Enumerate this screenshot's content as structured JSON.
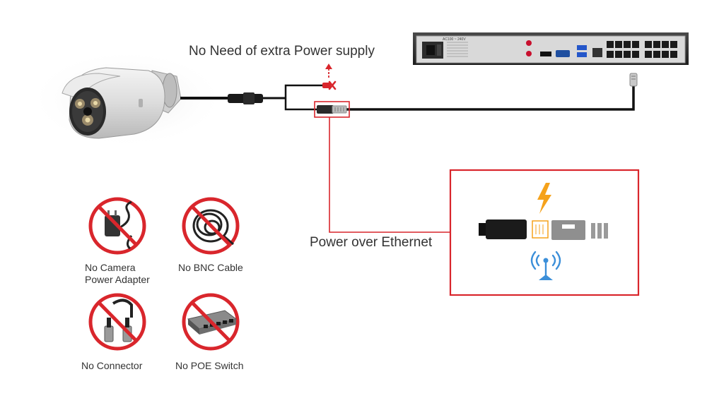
{
  "labels": {
    "no_power": "No Need of extra Power supply",
    "poe": "Power over Ethernet",
    "no_adapter": "No Camera\nPower Adapter",
    "no_bnc": "No BNC Cable",
    "no_connector": "No Connector",
    "no_switch": "No POE Switch"
  },
  "nvr_panel_text": "AC100 ~ 240V",
  "colors": {
    "red": "#d9262c",
    "accent_orange": "#f5a21b",
    "accent_blue": "#3b8fd9",
    "cable": "#111111"
  },
  "icons": {
    "camera": "bullet-camera",
    "nvr": "poe-nvr",
    "bolt": "lightning-bolt-icon",
    "antenna": "wireless-antenna-icon",
    "x_mark": "x-mark-icon"
  }
}
